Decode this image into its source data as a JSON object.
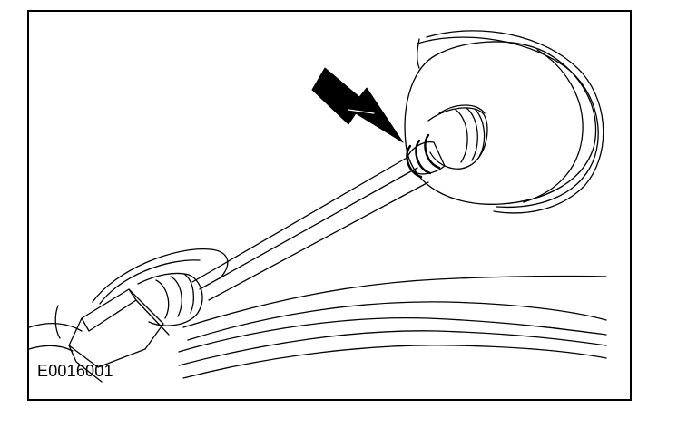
{
  "figure": {
    "id_label": "E0016001",
    "line_color": "#000000",
    "background_color": "#ffffff"
  },
  "parts": [
    {
      "name": "housing",
      "kind": "illustration"
    },
    {
      "name": "halfshaft",
      "kind": "illustration"
    },
    {
      "name": "circlip",
      "kind": "illustration"
    },
    {
      "name": "indicator-arrow",
      "kind": "illustration"
    },
    {
      "name": "cv-joint-boot",
      "kind": "illustration"
    }
  ]
}
